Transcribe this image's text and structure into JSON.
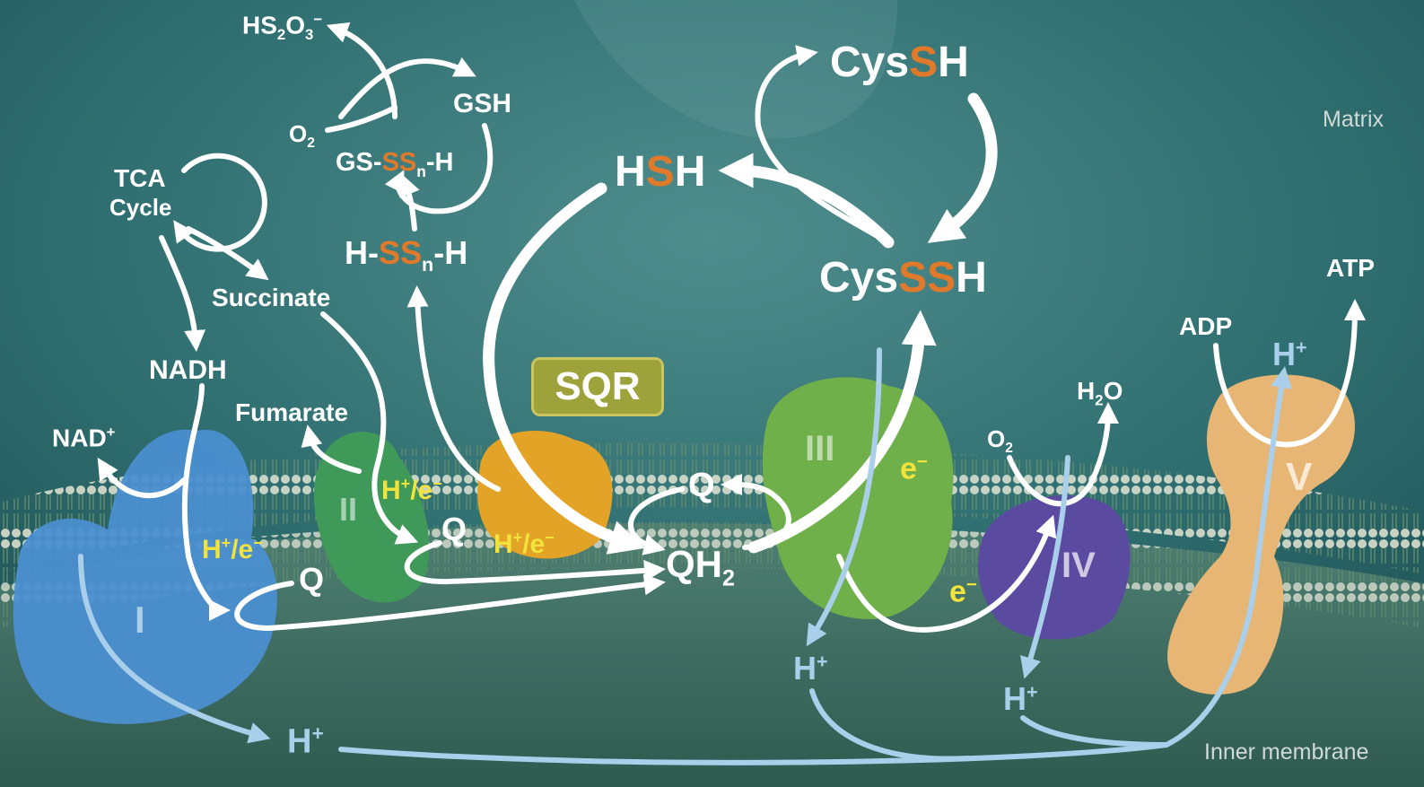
{
  "labels": {
    "hs2o3": {
      "base": "HS",
      "sub1": "2",
      "mid": "O",
      "sub2": "3",
      "sup": "−"
    },
    "o2_top": {
      "base": "O",
      "sub": "2"
    },
    "gsh": "GSH",
    "gs_ssn_h": {
      "pre": "GS-",
      "ss": "SS",
      "sub": "n",
      "post": "-H"
    },
    "h_ssn_h": {
      "pre": "H-",
      "ss": "SS",
      "sub": "n",
      "post": "-H"
    },
    "tca": "TCA",
    "cycle": "Cycle",
    "succinate": "Succinate",
    "nadh": "NADH",
    "nad_plus": {
      "base": "NAD",
      "sup": "+"
    },
    "fumarate": "Fumarate",
    "hsh": {
      "pre": "H",
      "s": "S",
      "post": "H"
    },
    "cyssh": {
      "pre": "Cys",
      "s": "S",
      "post": "H"
    },
    "cysssh": {
      "pre": "Cys",
      "ss": "SS",
      "post": "H"
    },
    "sqr": "SQR",
    "matrix": "Matrix",
    "atp": "ATP",
    "adp": "ADP",
    "h_plus_v": {
      "base": "H",
      "sup": "+"
    },
    "h2o": {
      "pre": "H",
      "sub": "2",
      "post": "O"
    },
    "o2_iv": {
      "base": "O",
      "sub": "2"
    },
    "e_iii": {
      "base": "e",
      "sup": "−"
    },
    "e_iv": {
      "base": "e",
      "sup": "−"
    },
    "he_i": {
      "pre": "H",
      "sup1": "+",
      "mid": "/e",
      "sup2": "−"
    },
    "he_ii": {
      "pre": "H",
      "sup1": "+",
      "mid": "/e",
      "sup2": "−"
    },
    "he_sqr": {
      "pre": "H",
      "sup1": "+",
      "mid": "/e",
      "sup2": "−"
    },
    "q_i": "Q",
    "q_ii": "Q",
    "q_sqr": "Q",
    "qh2": {
      "pre": "QH",
      "sub": "2"
    },
    "h_plus_iii": {
      "base": "H",
      "sup": "+"
    },
    "h_plus_iv": {
      "base": "H",
      "sup": "+"
    },
    "h_plus_bottom": {
      "base": "H",
      "sup": "+"
    },
    "inner_membrane": "Inner membrane"
  },
  "complexes": {
    "I": "I",
    "II": "II",
    "III": "III",
    "IV": "IV",
    "V": "V"
  },
  "colors": {
    "background": "#2c6a6c",
    "membrane": "#9fb7a7",
    "accent_orange": "#e07a2a",
    "label_yellow": "#f2e23c",
    "proton_blue": "#a9cfea",
    "complex_I": "#4a8fd0",
    "complex_II": "#3f9a5a",
    "sqr_protein": "#e2a326",
    "complex_III": "#6fb04a",
    "complex_IV": "#5a4aa0",
    "complex_V": "#e7b574",
    "sqr_box": "#9ea23a"
  }
}
